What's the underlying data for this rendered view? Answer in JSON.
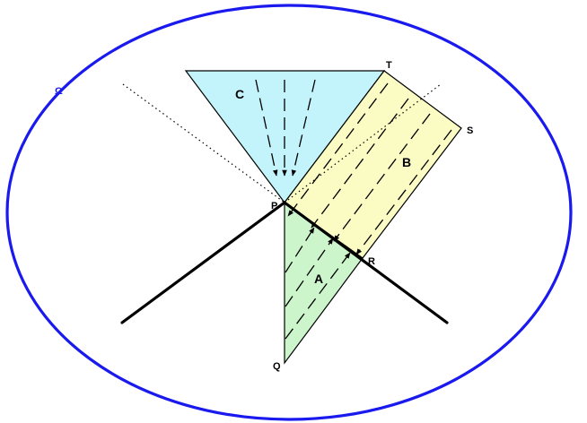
{
  "colors": {
    "ellipse": "#1a1aee",
    "region_a": "#ccf5cc",
    "region_b": "#fbfbc4",
    "region_c": "#c4f4fb",
    "ink": "#000000"
  },
  "labels": {
    "omega": "Ω",
    "region_a": "A",
    "region_b": "B",
    "region_c": "C",
    "point_p": "P",
    "point_q": "Q",
    "point_r": "R",
    "point_s": "S",
    "point_t": "T"
  }
}
